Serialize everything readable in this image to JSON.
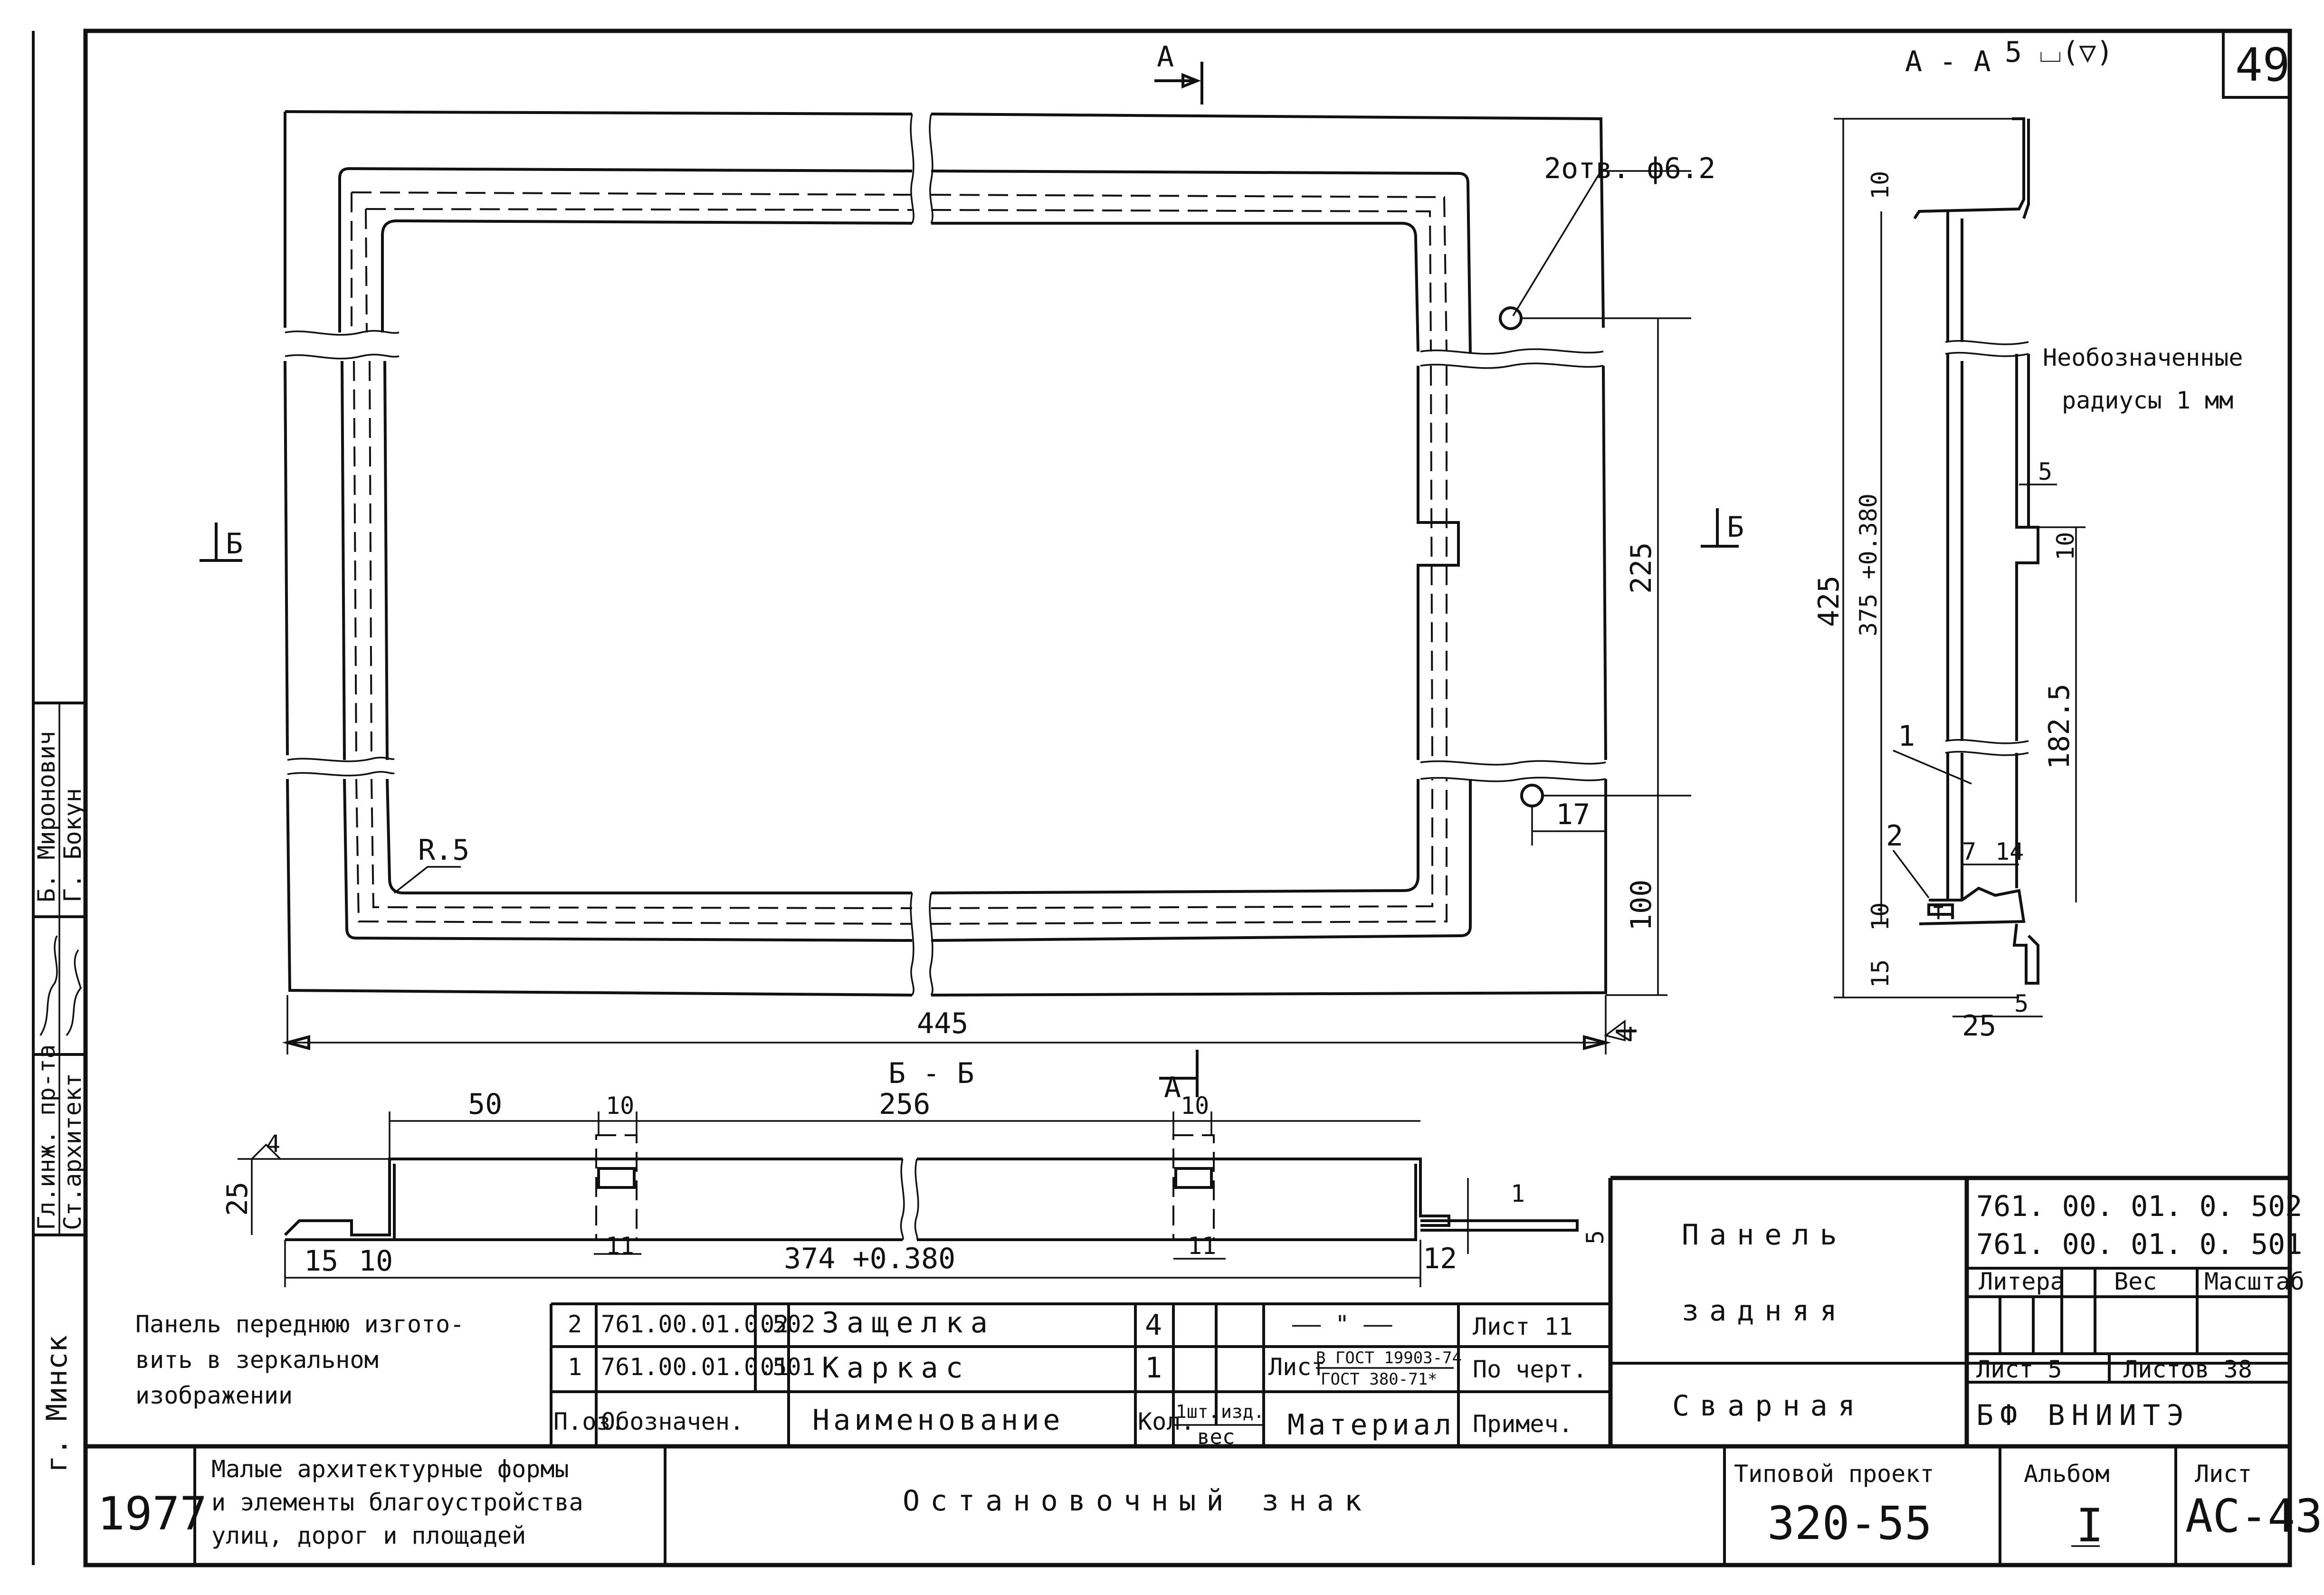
{
  "sheet_number": "49",
  "views": {
    "section_aa": "А - А",
    "section_bb": "Б - Б",
    "arrow_a": "А",
    "arrow_b": "Б",
    "weld_symbol": "5 ⌴(▽)"
  },
  "front_view": {
    "hole_note": "2отв. ф6.2",
    "radius": "R.5",
    "width": "445",
    "right_height": "225",
    "lower_height": "100",
    "hole_offset": "17",
    "edge_mark": "4"
  },
  "section_aa_dims": {
    "total": "425",
    "inner": "375 +0.380",
    "top_flange": "10",
    "mid_tab": "10",
    "mid_tab_width": "5",
    "lower_segment": "182.5",
    "bottom_flange": "10",
    "bottom": "15",
    "foot": "25",
    "foot_width": "5",
    "d7": "7",
    "d14": "14",
    "pos1": "1",
    "pos2": "2",
    "weld_mark": "т.",
    "radius_note": "Необозначенные радиусы 1 мм"
  },
  "section_bb_dims": {
    "d50": "50",
    "d10a": "10",
    "d256": "256",
    "d10b": "10",
    "height": "25",
    "gap": "4",
    "left15": "15",
    "left10": "10",
    "length": "374 +0.380",
    "d11a": "11",
    "d11b": "11",
    "d12": "12",
    "d1": "1",
    "d5": "5"
  },
  "note": "Панель переднюю изготовить в зеркальном изображении",
  "spec_table": {
    "rows": [
      {
        "pos": "2",
        "code": "761.00.01.0.502",
        "sub": "02",
        "name": "Защелка",
        "qty": "4",
        "material": "—— \" ——",
        "note": "Лист 11"
      },
      {
        "pos": "1",
        "code": "761.00.01.0.501",
        "sub": "01",
        "name": "Каркас",
        "qty": "1",
        "material_prefix": "Лист",
        "material_top": "В ГОСТ 19903-74",
        "material_bottom": "ГОСТ 380-71*",
        "note": "По черт."
      }
    ],
    "header": {
      "pos": "П.оз.",
      "code": "Обозначен.",
      "name": "Наименование",
      "qty": "Кол.",
      "unit": "1шт.",
      "item": "изд.",
      "weight": "вес",
      "material": "Материал",
      "note": "Примеч."
    }
  },
  "title_block": {
    "part_name_1": "Панель",
    "part_name_2": "задняя",
    "part_name_3": "Сварная",
    "code_1": "761. 00. 01. 0. 502",
    "code_2": "761. 00. 01. 0. 501",
    "literal": "Литера",
    "weight": "Вес",
    "scale": "Масштаб",
    "sheet": "Лист 5",
    "sheets": "Листов 38",
    "org": "БФ   ВНИИТЭ",
    "year": "1977",
    "series_1": "Малые архитектурные формы",
    "series_2": "и элементы благоустройства",
    "series_3": "улиц, дорог и площадей",
    "title": "Остановочный знак",
    "project_label": "Типовой проект",
    "project_number": "320-55",
    "album_label": "Альбом",
    "album_number": "I",
    "sheet_label": "Лист",
    "sheet_code": "АС-43"
  },
  "side_stamp": {
    "city": "г. Минск",
    "role_1": "Гл.инж. пр-та",
    "role_2": "Ст.архитект",
    "name_1": "Б. Миронович",
    "name_2": "Г. Бокун"
  }
}
